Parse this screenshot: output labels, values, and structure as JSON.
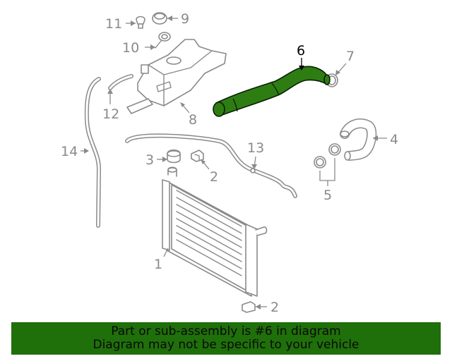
{
  "diagram": {
    "callouts": {
      "c1": "1",
      "c2a": "2",
      "c2b": "2",
      "c3": "3",
      "c4": "4",
      "c5": "5",
      "c6": "6",
      "c7": "7",
      "c8": "8",
      "c9": "9",
      "c10": "10",
      "c11": "11",
      "c12": "12",
      "c13": "13",
      "c14": "14"
    },
    "highlight_color": "#2e7d13"
  },
  "banner": {
    "line1": "Part or sub-assembly is #6 in diagram",
    "line2": "Diagram may not be specific to your vehicle",
    "background": "#1f6f0a"
  }
}
